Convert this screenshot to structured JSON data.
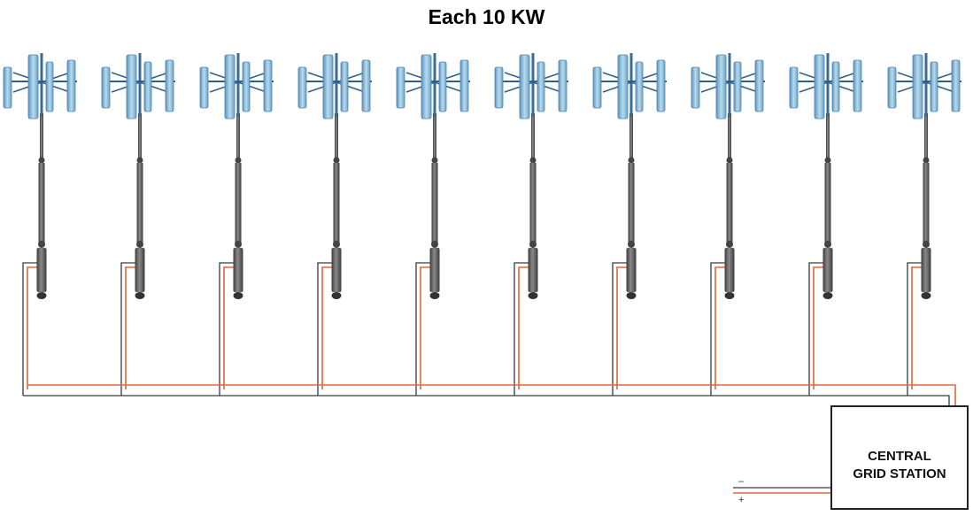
{
  "title": "Each 10 KW",
  "station": {
    "label": "CENTRAL\nGRID STATION"
  },
  "polarity": {
    "negative": "–",
    "positive": "+"
  },
  "turbines": {
    "count": 10
  },
  "colors": {
    "positive_wire": "#e0683a",
    "negative_wire": "#3a3a3a",
    "blade": "#8fc0dd",
    "pole": "#5a5a5a"
  }
}
